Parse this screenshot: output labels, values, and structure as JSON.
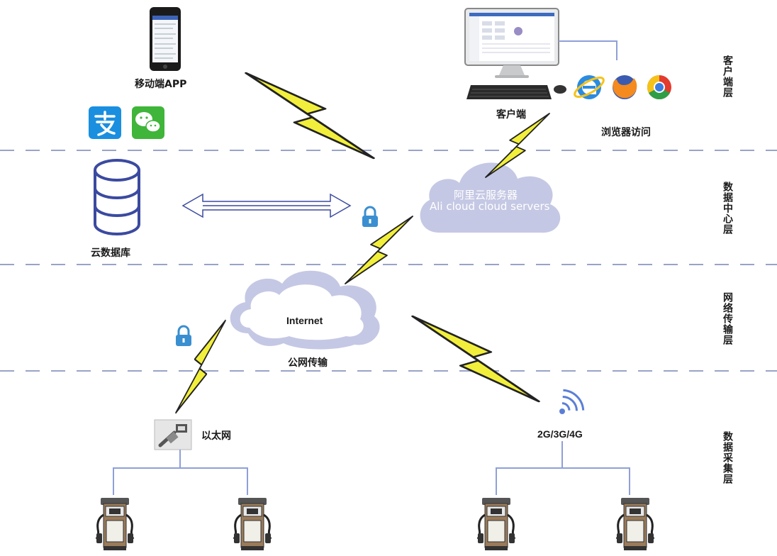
{
  "labels": {
    "mobile_app": "移动端APP",
    "client": "客户端",
    "browser_access": "浏览器访问",
    "cloud_db": "云数据库",
    "ali_cn": "阿里云服务器",
    "ali_en": "Ali cloud  cloud servers",
    "internet": "Internet",
    "public_net": "公网传输",
    "ethernet": "以太网",
    "mobile_net": "2G/3G/4G"
  },
  "layers": {
    "client_layer": "客户端层",
    "data_center_layer": "数据中心层",
    "network_layer": "网络传输层",
    "collection_layer": "数据采集层"
  },
  "icons": {
    "alipay": "alipay-icon",
    "wechat": "wechat-icon",
    "ie": "ie-icon",
    "firefox": "firefox-icon",
    "chrome": "chrome-icon",
    "lock": "lock-icon",
    "wifi": "wifi-signal-icon"
  },
  "colors": {
    "cloud": "#c5c8e4",
    "divider": "#9aa3c8",
    "lightning": "#f2ef3c",
    "db_outline": "#3b4aa0",
    "lock": "#3a8fd0"
  }
}
